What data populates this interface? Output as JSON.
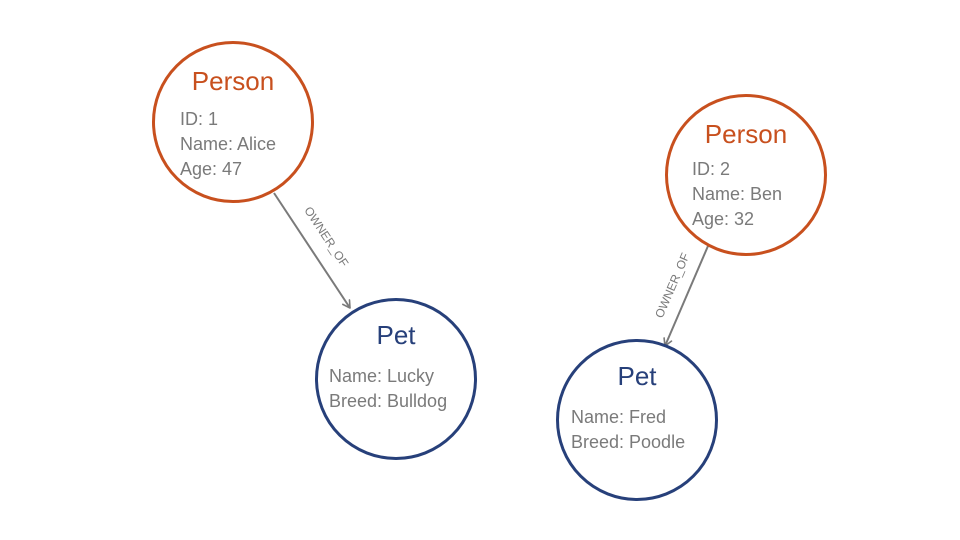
{
  "colors": {
    "person": "#c8501e",
    "pet": "#27407a",
    "edge": "#7a7a7a",
    "property_text": "#7a7a7a"
  },
  "nodes": {
    "alice": {
      "label": "Person",
      "properties": [
        "ID: 1",
        "Name: Alice",
        "Age: 47"
      ]
    },
    "ben": {
      "label": "Person",
      "properties": [
        "ID: 2",
        "Name: Ben",
        "Age: 32"
      ]
    },
    "lucky": {
      "label": "Pet",
      "properties": [
        "Name: Lucky",
        "Breed: Bulldog"
      ]
    },
    "fred": {
      "label": "Pet",
      "properties": [
        "Name: Fred",
        "Breed: Poodle"
      ]
    }
  },
  "edges": {
    "alice_lucky": {
      "label": "OWNER_OF"
    },
    "ben_fred": {
      "label": "OWNER_OF"
    }
  }
}
